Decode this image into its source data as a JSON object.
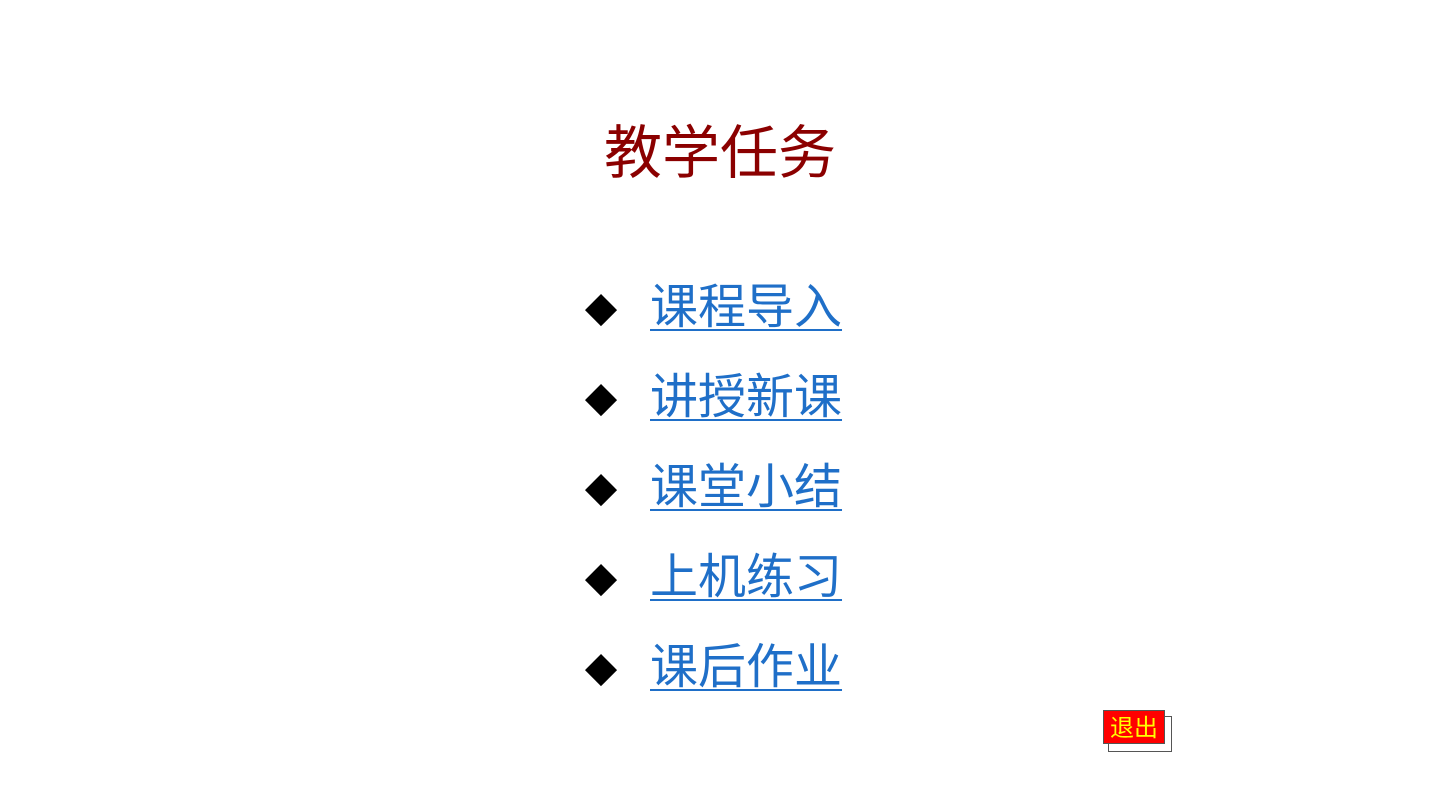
{
  "slide": {
    "title": "教学任务",
    "menu": {
      "items": [
        {
          "label": "课程导入"
        },
        {
          "label": "讲授新课"
        },
        {
          "label": "课堂小结"
        },
        {
          "label": "上机练习"
        },
        {
          "label": "课后作业"
        }
      ],
      "bullet_glyph": "◆"
    },
    "exit_button": {
      "label": "退出"
    }
  },
  "colors": {
    "title": "#8b0000",
    "link": "#1f6fc8",
    "bullet": "#000000",
    "exit_bg": "#ff0000",
    "exit_text": "#ffff00"
  }
}
